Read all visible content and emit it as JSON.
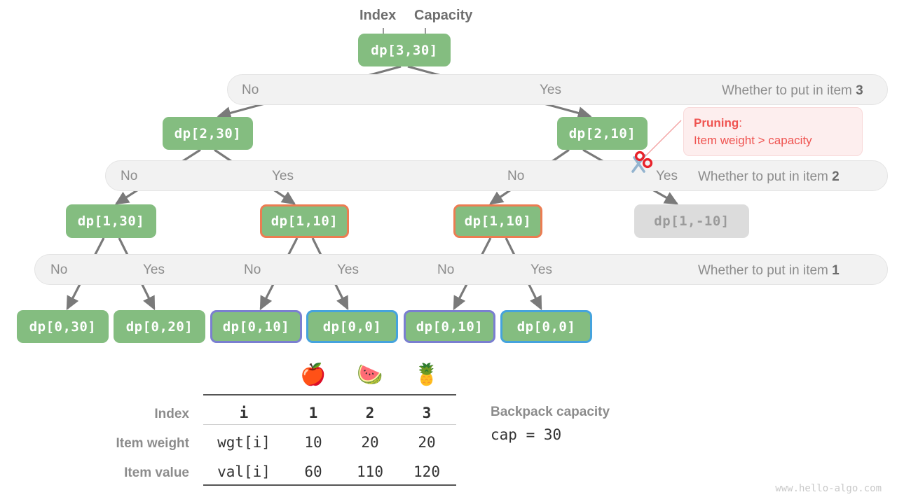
{
  "headers": {
    "index": "Index",
    "capacity": "Capacity"
  },
  "tree": {
    "root": {
      "label": "dp[3,30]"
    },
    "level2": [
      {
        "label": "dp[2,30]"
      },
      {
        "label": "dp[2,10]"
      }
    ],
    "level1": [
      {
        "label": "dp[1,30]",
        "style": "plain"
      },
      {
        "label": "dp[1,10]",
        "style": "orange"
      },
      {
        "label": "dp[1,10]",
        "style": "orange"
      },
      {
        "label": "dp[1,-10]",
        "style": "muted"
      }
    ],
    "level0": [
      {
        "label": "dp[0,30]",
        "style": "plain"
      },
      {
        "label": "dp[0,20]",
        "style": "plain"
      },
      {
        "label": "dp[0,10]",
        "style": "purple"
      },
      {
        "label": "dp[0,0]",
        "style": "blue"
      },
      {
        "label": "dp[0,10]",
        "style": "purple"
      },
      {
        "label": "dp[0,0]",
        "style": "blue"
      }
    ]
  },
  "bands": [
    {
      "title_prefix": "Whether to put in item ",
      "title_item": "3",
      "choices": [
        "No",
        "Yes"
      ]
    },
    {
      "title_prefix": "Whether to put in item ",
      "title_item": "2",
      "choices": [
        "No",
        "Yes",
        "No",
        "Yes"
      ]
    },
    {
      "title_prefix": "Whether to put in item ",
      "title_item": "1",
      "choices": [
        "No",
        "Yes",
        "No",
        "Yes",
        "No",
        "Yes"
      ]
    }
  ],
  "pruning": {
    "title": "Pruning",
    "colon": ":",
    "text": "Item weight > capacity"
  },
  "table": {
    "row_labels": [
      "Index",
      "Item weight",
      "Item value"
    ],
    "key_column": [
      "i",
      "wgt[i]",
      "val[i]"
    ],
    "fruits": [
      "apple",
      "watermelon",
      "pineapple"
    ],
    "fruit_glyphs": [
      "🍎",
      "🍉",
      "🍍"
    ],
    "index": [
      "1",
      "2",
      "3"
    ],
    "weight": [
      "10",
      "20",
      "20"
    ],
    "value": [
      "60",
      "110",
      "120"
    ]
  },
  "capacity_note": {
    "title": "Backpack capacity",
    "value": "cap = 30"
  },
  "watermark": "www.hello-algo.com",
  "colors": {
    "node_green": "#84bd80",
    "orange": "#ec7c52",
    "purple": "#7a7fd0",
    "blue": "#45a3dd",
    "muted": "#dcdcdc",
    "band": "#f2f2f2",
    "edge": "#7a7a7a",
    "prune_red": "#ef5350"
  }
}
